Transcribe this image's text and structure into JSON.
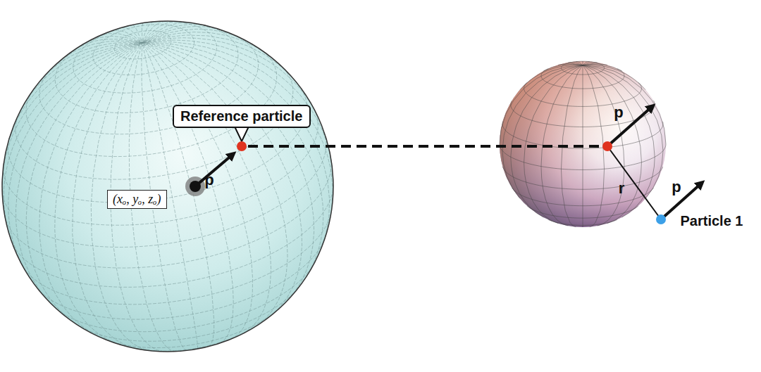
{
  "diagram": {
    "nodes": [
      {
        "text": [
          "Reference particle"
        ]
      },
      {
        "text": [
          "(xₒ, yₒ, zₒ)"
        ]
      }
    ],
    "labels": [
      "p",
      "p",
      "r",
      "p",
      "Particle 1"
    ]
  }
}
